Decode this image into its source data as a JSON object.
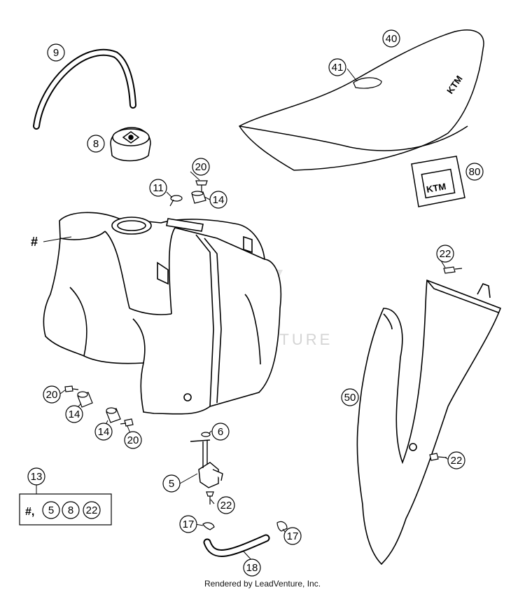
{
  "diagram": {
    "callouts": [
      {
        "id": "c9",
        "label": "9"
      },
      {
        "id": "c8",
        "label": "8"
      },
      {
        "id": "c40",
        "label": "40"
      },
      {
        "id": "c41",
        "label": "41"
      },
      {
        "id": "c80",
        "label": "80"
      },
      {
        "id": "c20a",
        "label": "20"
      },
      {
        "id": "c11",
        "label": "11"
      },
      {
        "id": "c14a",
        "label": "14"
      },
      {
        "id": "c22a",
        "label": "22"
      },
      {
        "id": "c20b",
        "label": "20"
      },
      {
        "id": "c14b",
        "label": "14"
      },
      {
        "id": "c14c",
        "label": "14"
      },
      {
        "id": "c20c",
        "label": "20"
      },
      {
        "id": "c6",
        "label": "6"
      },
      {
        "id": "c5",
        "label": "5"
      },
      {
        "id": "c22b",
        "label": "22"
      },
      {
        "id": "c50",
        "label": "50"
      },
      {
        "id": "c22c",
        "label": "22"
      },
      {
        "id": "c13",
        "label": "13"
      },
      {
        "id": "c17a",
        "label": "17"
      },
      {
        "id": "c17b",
        "label": "17"
      },
      {
        "id": "c18",
        "label": "18"
      }
    ],
    "tank_marker": "#",
    "kit": {
      "prefix": "#,",
      "items": [
        "5",
        "8",
        "22"
      ]
    },
    "logo_text": "KTM",
    "watermark": "LEADVENTURE"
  },
  "footer": {
    "text": "Rendered by LeadVenture, Inc."
  }
}
